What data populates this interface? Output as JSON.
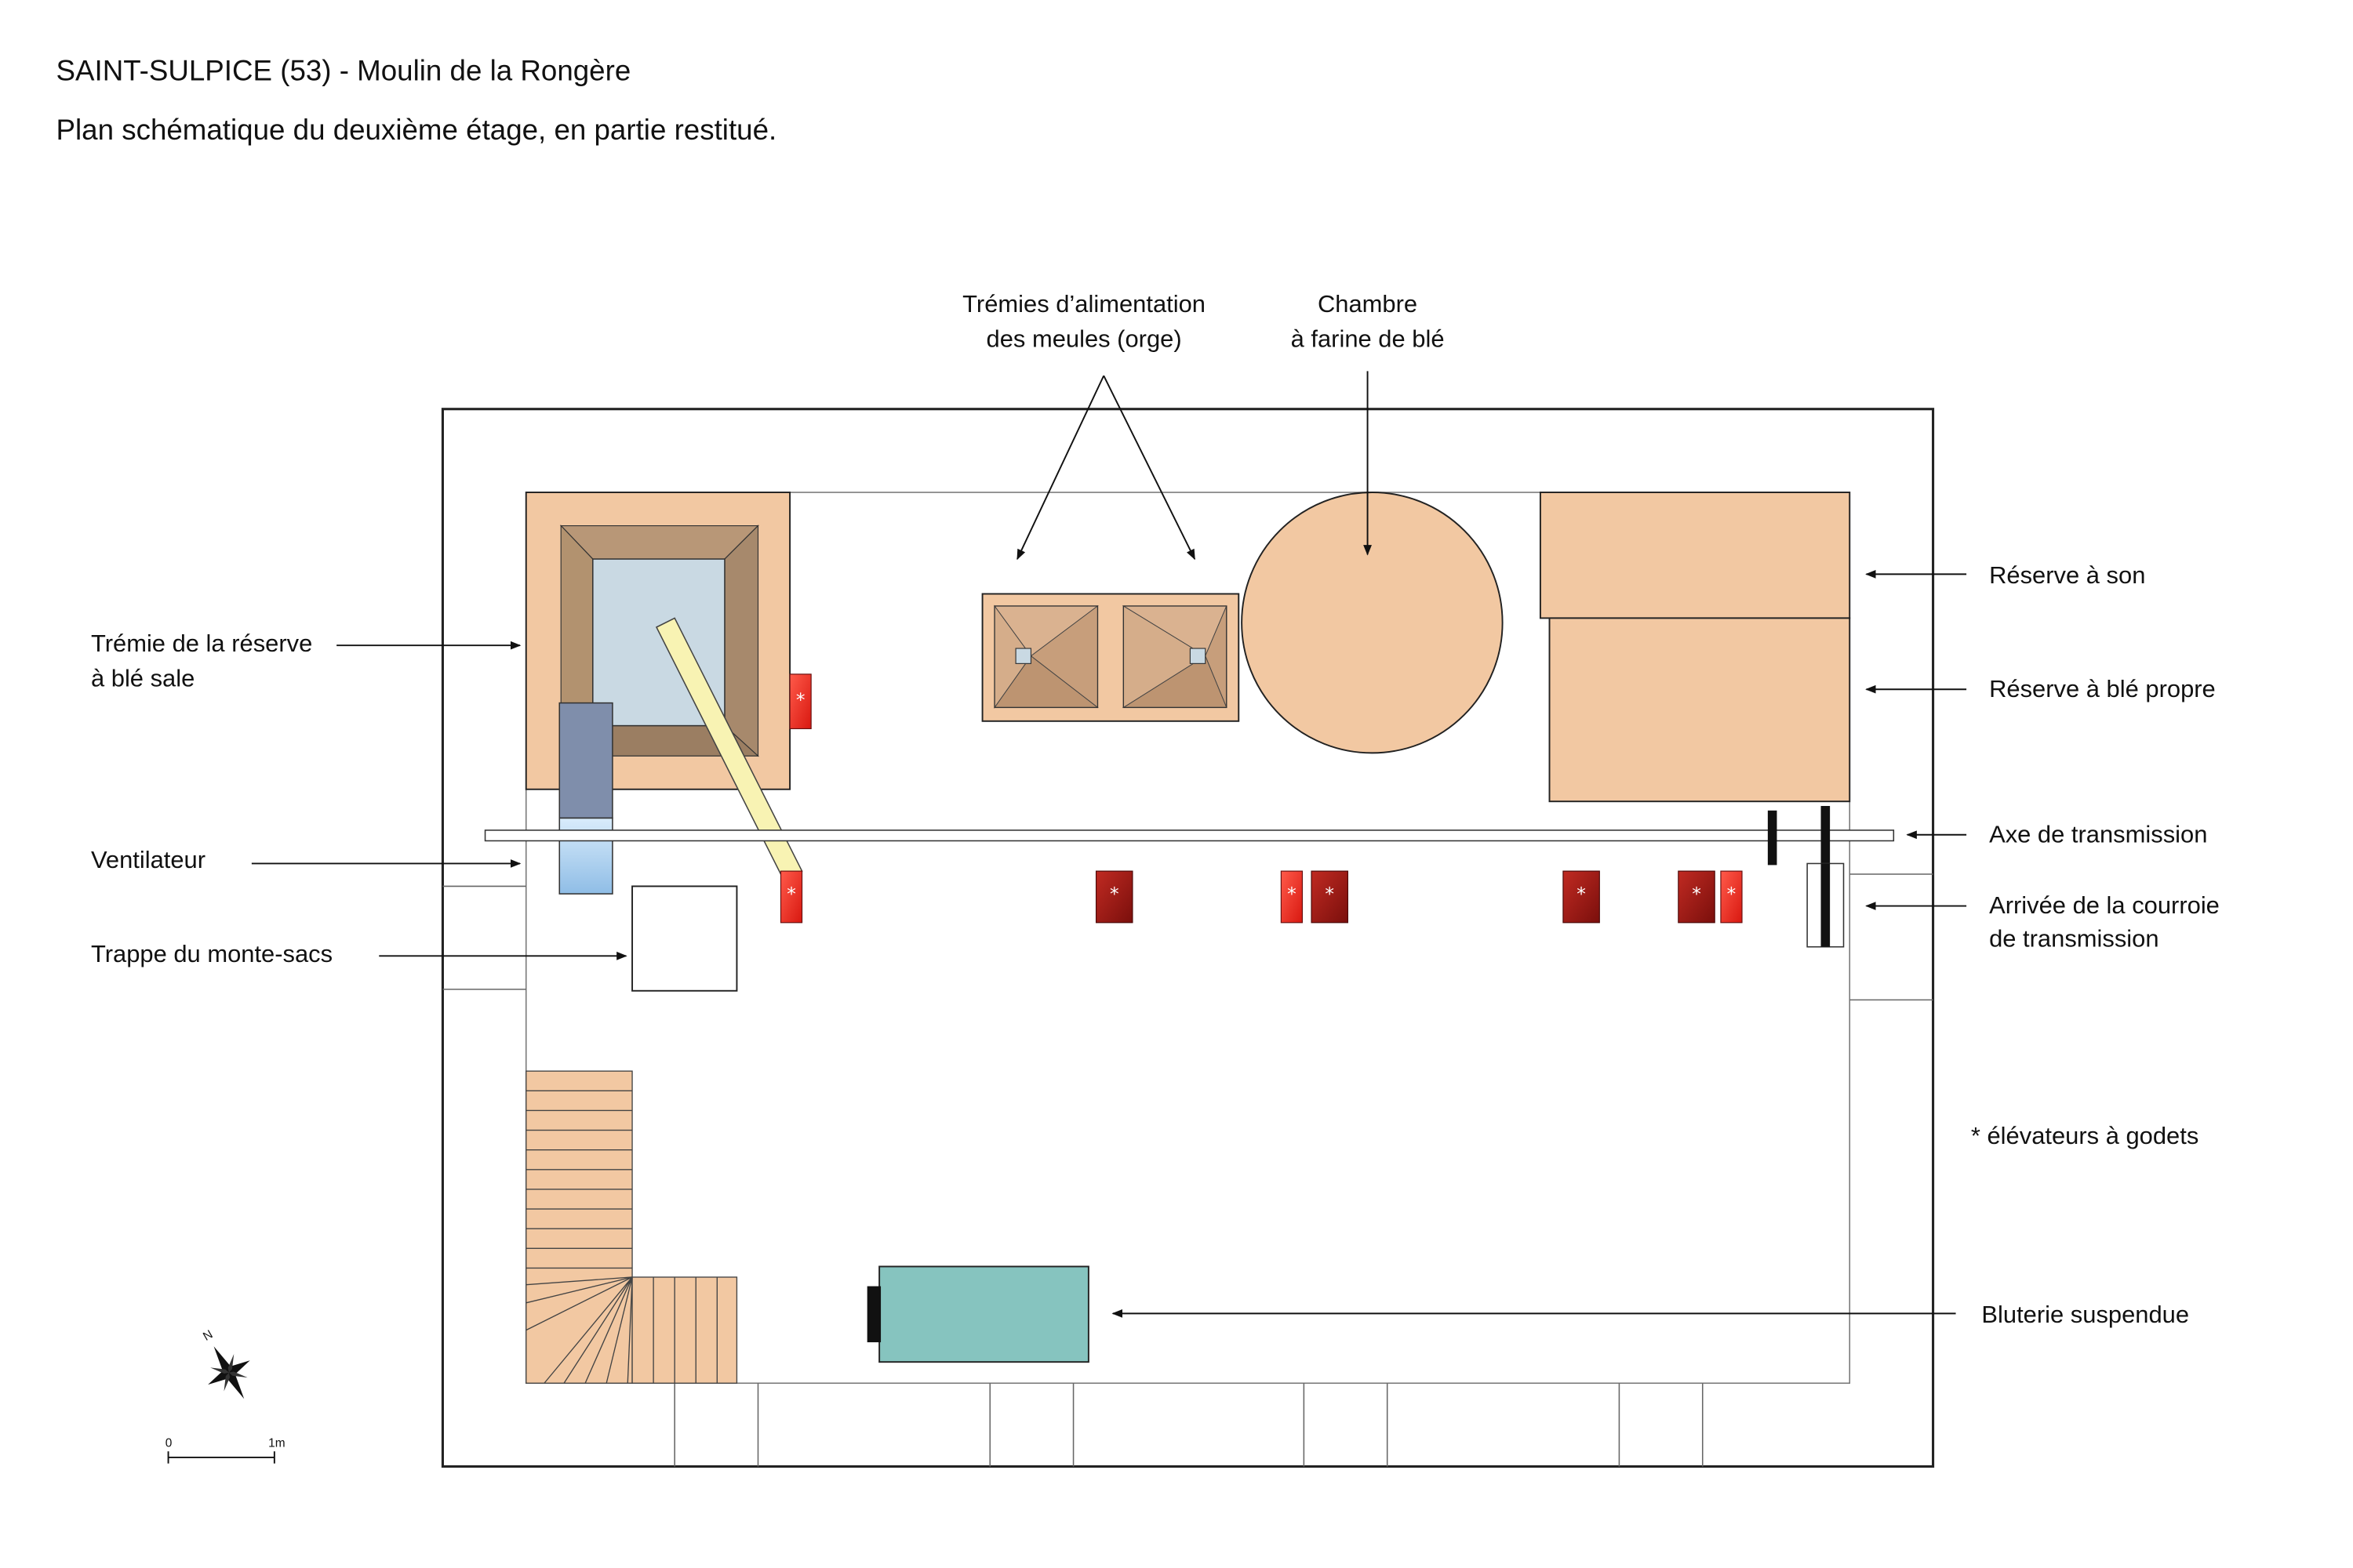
{
  "header": {
    "title": "SAINT-SULPICE (53) - Moulin de la Rongère",
    "subtitle": "Plan schématique du deuxième étage, en partie restitué."
  },
  "labels": {
    "tremie_reserve": [
      "Trémie de la réserve",
      "à blé sale"
    ],
    "ventilateur": "Ventilateur",
    "trappe": "Trappe du monte-sacs",
    "tremies_alimentation": [
      "Trémies d’alimentation",
      "des meules (orge)"
    ],
    "chambre": [
      "Chambre",
      "à farine de blé"
    ],
    "reserve_son": "Réserve à son",
    "reserve_ble_propre": "Réserve à blé propre",
    "axe": "Axe de transmission",
    "courroie": [
      "Arrivée de la courroie",
      "de transmission"
    ],
    "elevateurs": "* élévateurs à godets",
    "bluterie": "Bluterie suspendue"
  },
  "elevator_marker": "*",
  "compass": {
    "north": "N"
  },
  "scale": {
    "start": "0",
    "end": "1m"
  },
  "colors": {
    "wood": "#f2c8a2",
    "wood_dark": "#a7896c",
    "hopper_light": "#d3aa86",
    "glass": "#c9d9e3",
    "ventilator": "#7f8eab",
    "ventilator_light": "#b9d7ef",
    "chute": "#f8f3b3",
    "elevator_red": "#e52722",
    "elevator_dark": "#9e1612",
    "bluterie": "#86c4bf",
    "line": "#222222"
  }
}
